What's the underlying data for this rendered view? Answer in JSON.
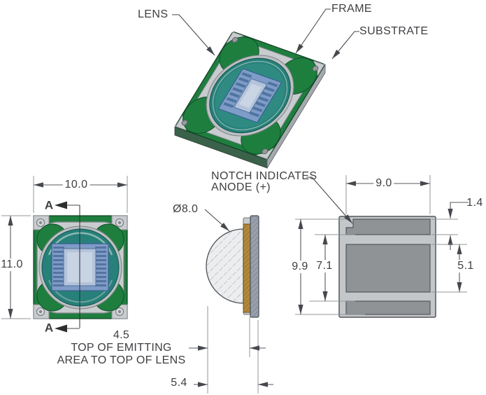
{
  "drawing": {
    "callouts": {
      "lens": "LENS",
      "frame": "FRAME",
      "substrate": "SUBSTRATE",
      "notch_line1": "NOTCH INDICATES",
      "notch_line2": "ANODE (+)"
    },
    "front_view": {
      "width_dim": "10.0",
      "height_dim": "11.0",
      "section_label": "A"
    },
    "side_view": {
      "lens_diameter_dim": "Ø8.0",
      "emitting_note_value": "4.5",
      "emitting_note_line1": "TOP OF EMITTING",
      "emitting_note_line2": "AREA TO TOP OF LENS",
      "lens_height_dim": "5.4"
    },
    "back_view": {
      "pad_width_dim": "9.0",
      "anode_pad_height_dim": "1.4",
      "pads_overall_height_dim": "9.9",
      "pad_inner_span_dim": "7.1",
      "main_pad_height_dim": "5.1"
    },
    "colors": {
      "pcb_green": "#1e7e3e",
      "frame_silver": "#c9cccf",
      "lens_teal": "#27807a",
      "chip_blue": "#7f9cc8",
      "substrate_gray": "#98a0ae",
      "pad_gray": "#8f9396",
      "dielectric_tan": "#b1883d",
      "line_dark": "#45484c"
    }
  }
}
